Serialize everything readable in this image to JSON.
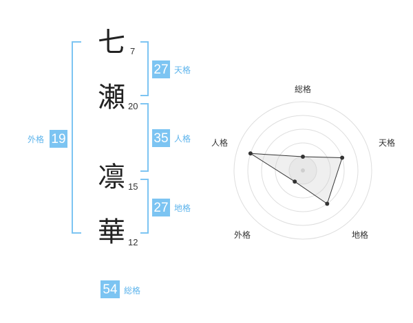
{
  "characters": [
    {
      "char": "七",
      "strokes": "7"
    },
    {
      "char": "瀬",
      "strokes": "20"
    },
    {
      "char": "凛",
      "strokes": "15"
    },
    {
      "char": "華",
      "strokes": "12"
    }
  ],
  "fortunes": {
    "tenkaku": {
      "value": "27",
      "label": "天格"
    },
    "jinkaku": {
      "value": "35",
      "label": "人格"
    },
    "chikaku": {
      "value": "27",
      "label": "地格"
    },
    "gaikaku": {
      "value": "19",
      "label": "外格"
    },
    "soukaku": {
      "value": "54",
      "label": "総格"
    }
  },
  "colors": {
    "accent": "#7cc4f2",
    "accent_text": "#5db4ec"
  },
  "radar": {
    "labels": {
      "top": "総格",
      "right": "天格",
      "bottom_right": "地格",
      "bottom_left": "外格",
      "left": "人格"
    },
    "chart_data": {
      "type": "radar",
      "axes": [
        "総格",
        "天格",
        "地格",
        "外格",
        "人格"
      ],
      "values": [
        1,
        3,
        3,
        1,
        4
      ],
      "max": 5
    }
  }
}
